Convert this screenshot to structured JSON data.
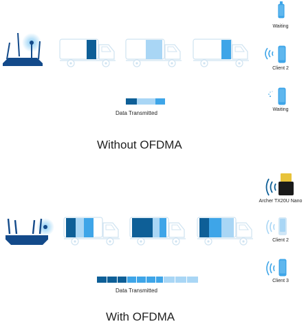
{
  "top": {
    "legend_label": "Data Transmitted",
    "title": "Without OFDMA",
    "clients": [
      {
        "label": "Waiting",
        "state": "waiting-icon"
      },
      {
        "label": "Client 2",
        "state": "wifi-icon"
      },
      {
        "label": "Waiting",
        "state": "loading-icon"
      }
    ]
  },
  "bottom": {
    "legend_label": "Data Transmitted",
    "title": "With OFDMA",
    "clients": [
      {
        "label": "Archer TX20U Nano",
        "state": "usb-adapter-icon"
      },
      {
        "label": "Client 2",
        "state": "wifi-icon"
      },
      {
        "label": "Client 3",
        "state": "wifi-icon"
      }
    ]
  },
  "colors": {
    "dark_blue": "#0e5f97",
    "mid_blue": "#3ea5e8",
    "light_blue": "#a9d6f5",
    "router_blue": "#134a8a",
    "truck_outline": "#d3e6f2"
  }
}
